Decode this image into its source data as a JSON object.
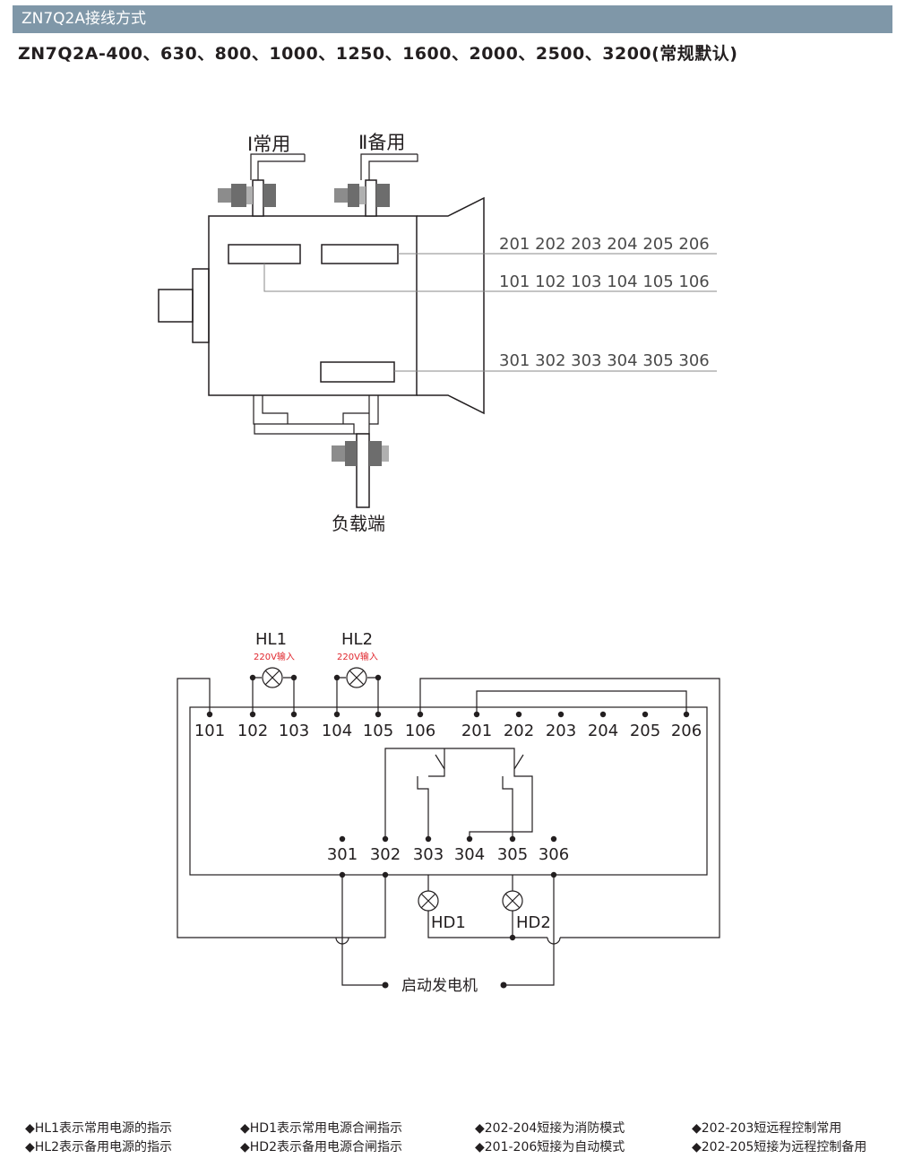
{
  "header": {
    "title": "ZN7Q2A接线方式"
  },
  "subtitle": "ZN7Q2A-400、630、800、1000、1250、1600、2000、2500、3200(常规默认)",
  "switch_drawing": {
    "normal_label": "Ⅰ常用",
    "backup_label": "Ⅱ备用",
    "load_label": "负载端",
    "row_200": "201 202 203 204 205 206",
    "row_100": "101 102 103 104 105 106",
    "row_300": "301 302 303 304 305 306"
  },
  "wiring": {
    "lamps": [
      {
        "name": "HL1",
        "rating": "220V输入"
      },
      {
        "name": "HL2",
        "rating": "220V输入"
      }
    ],
    "top_terminals": [
      "101",
      "102",
      "103",
      "104",
      "105",
      "106",
      "201",
      "202",
      "203",
      "204",
      "205",
      "206"
    ],
    "bottom_terminals": [
      "301",
      "302",
      "303",
      "304",
      "305",
      "306"
    ],
    "hd1": "HD1",
    "hd2": "HD2",
    "generator": "启动发电机",
    "accent_color": "#e0262d"
  },
  "notes": [
    [
      "◆HL1表示常用电源的指示",
      "◆HL2表示备用电源的指示"
    ],
    [
      "◆HD1表示常用电源合闸指示",
      "◆HD2表示备用电源合闸指示"
    ],
    [
      "◆202-204短接为消防模式",
      "◆201-206短接为自动模式"
    ],
    [
      "◆202-203短远程控制常用",
      "◆202-205短接为远程控制备用"
    ]
  ]
}
